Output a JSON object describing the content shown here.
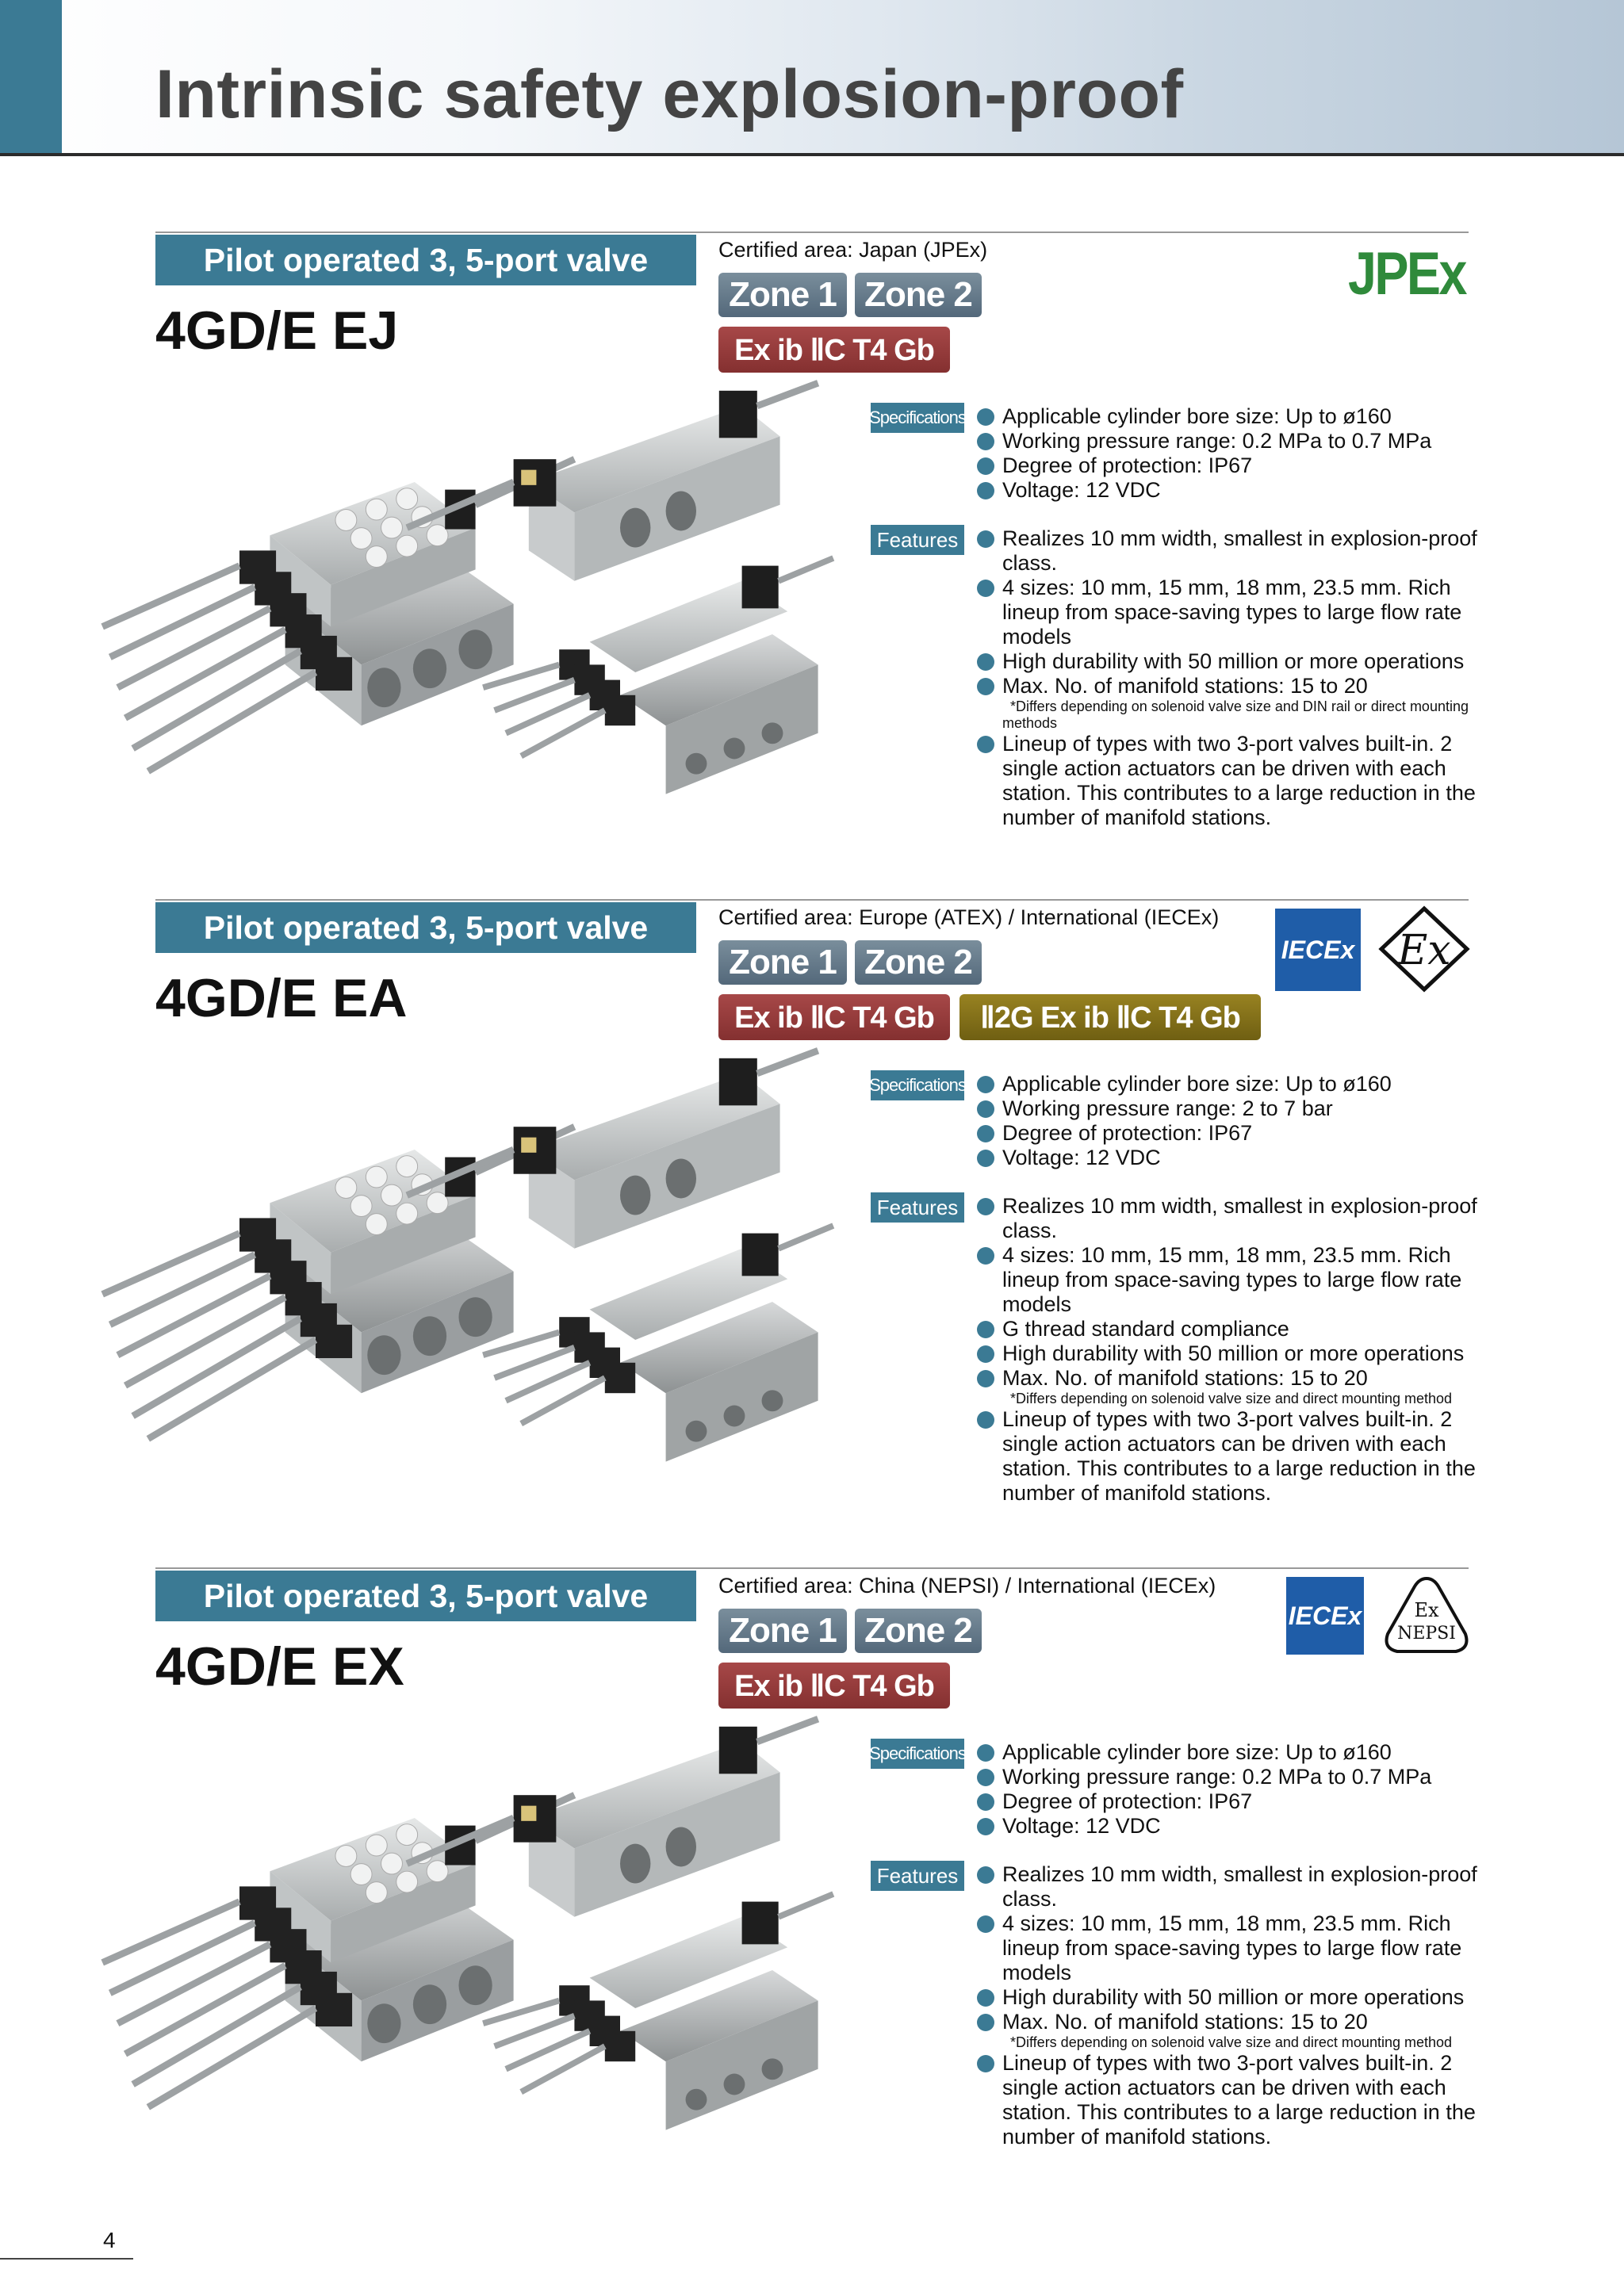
{
  "header": {
    "title": "Intrinsic safety explosion-proof"
  },
  "sections": [
    {
      "banner": "Pilot operated 3, 5-port valve",
      "model": "4GD/E EJ",
      "cert_area": "Certified area: Japan (JPEx)",
      "zone1": "Zone 1",
      "zone2": "Zone 2",
      "code1": "Ex ib ⅡC T4 Gb",
      "logo_jpex": "JPEx",
      "specs_label": "Specifications",
      "features_label": "Features",
      "specs": [
        "Applicable cylinder bore size: Up to ø160",
        "Working pressure range: 0.2 MPa to 0.7 MPa",
        "Degree of protection: IP67",
        "Voltage: 12 VDC"
      ],
      "features": [
        "Realizes 10 mm width, smallest in explosion-proof class.",
        "4 sizes: 10 mm, 15 mm, 18 mm, 23.5 mm. Rich lineup from space-saving types to large flow rate models",
        "High durability with 50 million or more operations",
        "Max. No. of manifold stations: 15 to 20"
      ],
      "note": "*Differs depending on solenoid valve size and DIN rail or direct mounting methods",
      "feature_last": "Lineup of types with two 3-port valves built-in. 2 single action actuators can be driven with each station. This contributes to a large reduction in the number of manifold stations."
    },
    {
      "banner": "Pilot operated 3, 5-port valve",
      "model": "4GD/E EA",
      "cert_area": "Certified area: Europe (ATEX) / International (IECEx)",
      "zone1": "Zone 1",
      "zone2": "Zone 2",
      "code1": "Ex ib ⅡC T4 Gb",
      "code2": "Ⅱ2G Ex ib ⅡC T4 Gb",
      "logo_iecex": "IECEx",
      "logo_ex": "Ex",
      "specs_label": "Specifications",
      "features_label": "Features",
      "specs": [
        "Applicable cylinder bore size: Up to ø160",
        "Working pressure range: 2 to 7 bar",
        "Degree of protection: IP67",
        "Voltage: 12 VDC"
      ],
      "features": [
        "Realizes 10 mm width, smallest in explosion-proof class.",
        "4 sizes: 10 mm, 15 mm, 18 mm, 23.5 mm. Rich lineup from space-saving types to large flow rate models",
        "G thread standard compliance",
        "High durability with 50 million or more operations",
        "Max. No. of manifold stations: 15 to 20"
      ],
      "note": "*Differs depending on solenoid valve size and direct mounting method",
      "feature_last": "Lineup of types with two 3-port valves built-in. 2 single action actuators can be driven with each station. This contributes to a large reduction in the number of manifold stations."
    },
    {
      "banner": "Pilot operated 3, 5-port valve",
      "model": "4GD/E EX",
      "cert_area": "Certified area: China (NEPSI) / International (IECEx)",
      "zone1": "Zone 1",
      "zone2": "Zone 2",
      "code1": "Ex ib ⅡC T4 Gb",
      "logo_iecex": "IECEx",
      "logo_nepsi_ex": "Ex",
      "logo_nepsi": "NEPSI",
      "specs_label": "Specifications",
      "features_label": "Features",
      "specs": [
        "Applicable cylinder bore size: Up to ø160",
        "Working pressure range: 0.2 MPa to 0.7 MPa",
        "Degree of protection: IP67",
        "Voltage: 12 VDC"
      ],
      "features": [
        "Realizes 10 mm width, smallest in explosion-proof class.",
        "4 sizes: 10 mm, 15 mm, 18 mm, 23.5 mm. Rich lineup from space-saving types to large flow rate models",
        "High durability with 50 million or more operations",
        "Max. No. of manifold stations: 15 to 20"
      ],
      "note": "*Differs depending on solenoid valve size and direct mounting method",
      "feature_last": "Lineup of types with two 3-port valves built-in. 2 single action actuators can be driven with each station. This contributes to a large reduction in the number of manifold stations."
    }
  ],
  "footer": {
    "page_number": "4"
  }
}
